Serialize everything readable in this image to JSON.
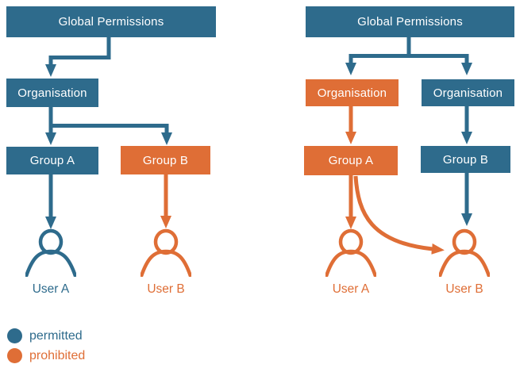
{
  "colors": {
    "permitted_teal": "#2e6b8c",
    "prohibited_orange": "#df6e36",
    "node_text": "#ffffff",
    "background": "#ffffff"
  },
  "diagrams": [
    {
      "side": "left",
      "nodes": [
        {
          "label": "Global Permissions",
          "status": "permitted"
        },
        {
          "label": "Organisation",
          "status": "permitted"
        },
        {
          "label": "Group A",
          "status": "permitted"
        },
        {
          "label": "Group B",
          "status": "prohibited"
        }
      ],
      "users": [
        {
          "label": "User A",
          "status": "permitted"
        },
        {
          "label": "User B",
          "status": "prohibited"
        }
      ]
    },
    {
      "side": "right",
      "nodes": [
        {
          "label": "Global Permissions",
          "status": "permitted"
        },
        {
          "label": "Organisation",
          "status": "prohibited"
        },
        {
          "label": "Organisation",
          "status": "permitted"
        },
        {
          "label": "Group A",
          "status": "prohibited"
        },
        {
          "label": "Group B",
          "status": "permitted"
        }
      ],
      "users": [
        {
          "label": "User A",
          "status": "prohibited"
        },
        {
          "label": "User B",
          "status": "prohibited"
        }
      ]
    }
  ],
  "legend": {
    "items": [
      {
        "label": "permitted",
        "color": "#2e6b8c"
      },
      {
        "label": "prohibited",
        "color": "#df6e36"
      }
    ]
  }
}
